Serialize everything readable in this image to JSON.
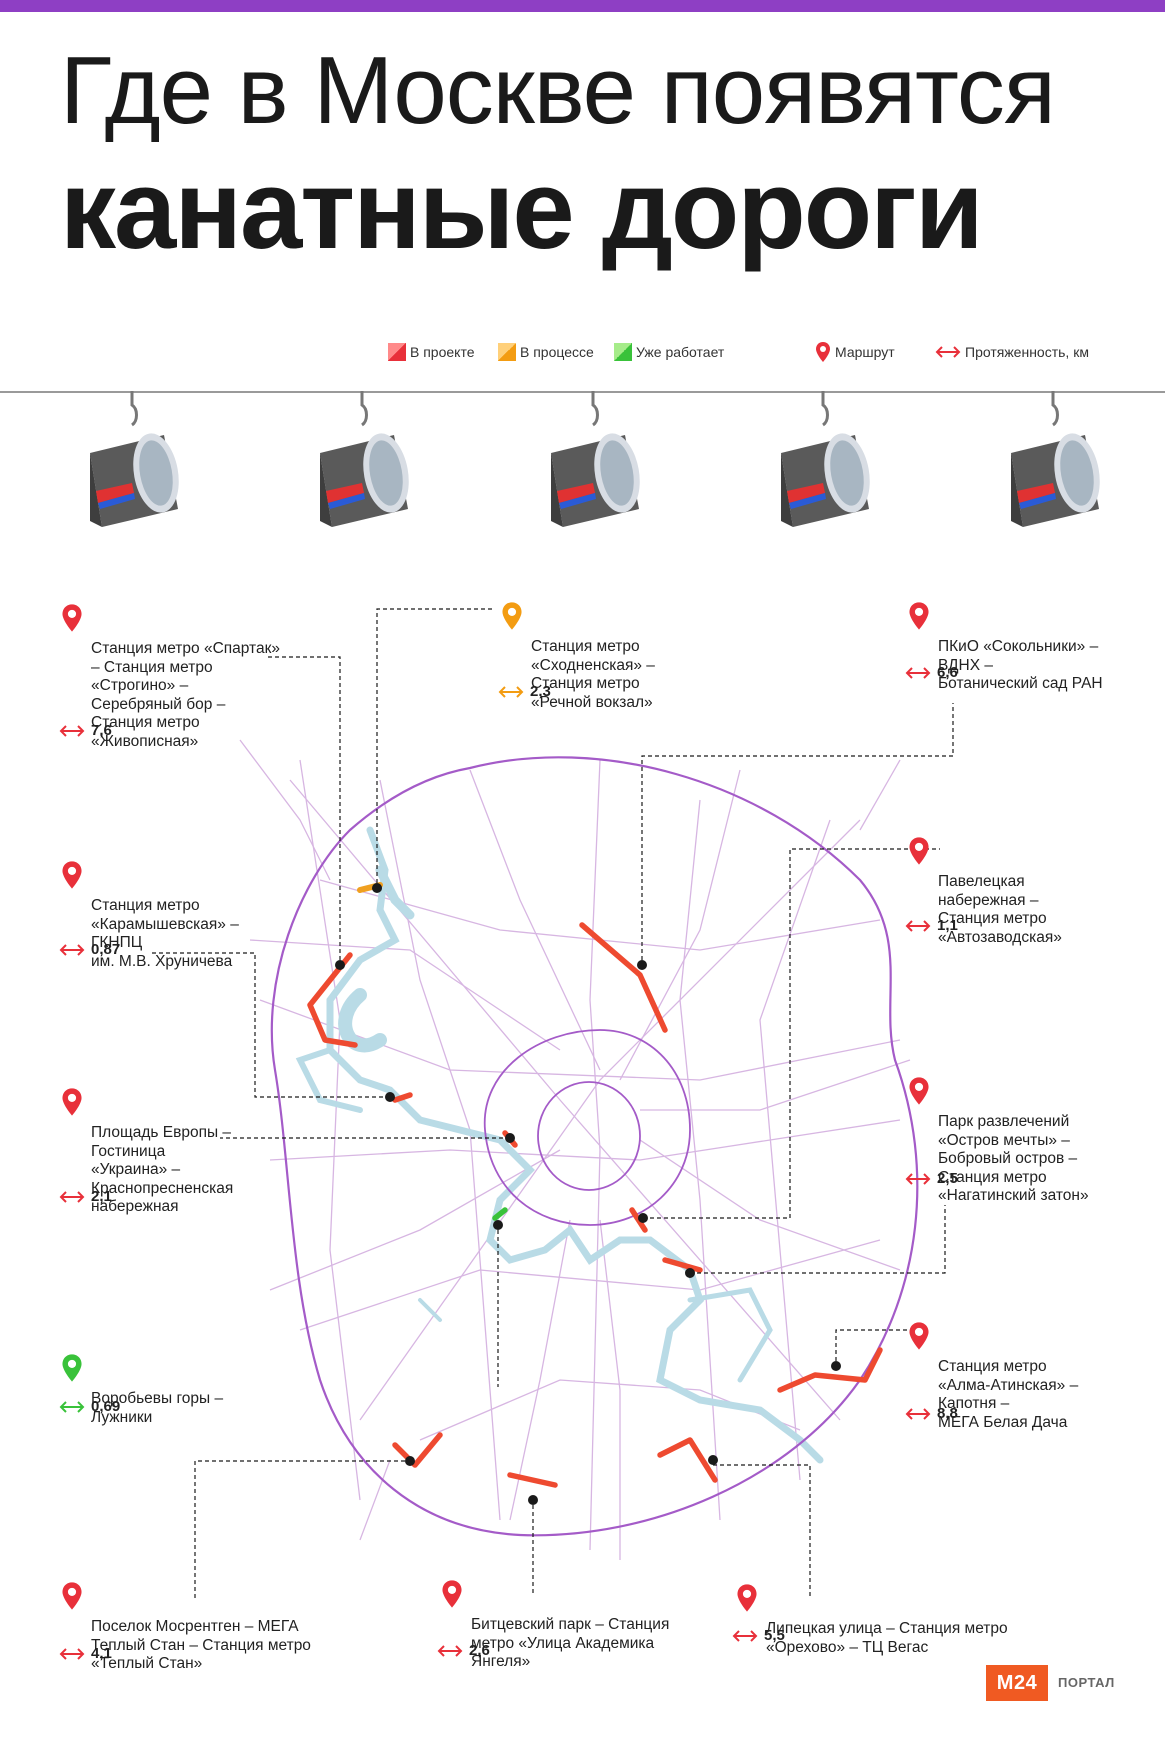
{
  "header": {
    "line1": "Где в Москве появятся",
    "line2": "канатные дороги"
  },
  "legend": {
    "status": [
      {
        "label": "В проекте",
        "color": "#e8303a"
      },
      {
        "label": "В процессе",
        "color": "#f39c12"
      },
      {
        "label": "Уже работает",
        "color": "#39c23a"
      }
    ],
    "route_label": "Маршрут",
    "length_label": "Протяженность, км"
  },
  "colors": {
    "ring": "#8e3fc4",
    "road": "#c89ad8",
    "river": "#b9dbe6",
    "route_project": "#ee4a30",
    "route_in_progress": "#f0a020",
    "route_operating": "#39c23a"
  },
  "routes": [
    {
      "name": "Станция метро «Спартак» – Станция метро «Строгино» – Серебряный бор – Станция метро «Живописная»",
      "length_km": "7,6",
      "status": "project"
    },
    {
      "name": "Станция метро «Сходненская» – Станция метро «Речной вокзал»",
      "length_km": "2,3",
      "status": "in_progress"
    },
    {
      "name": "ПКиО «Сокольники» – ВДНХ – Ботанический сад РАН",
      "length_km": "6,6",
      "status": "project"
    },
    {
      "name": "Станция метро «Карамышевская» – ГКНПЦ им. М.В. Хруничева",
      "length_km": "0,87",
      "status": "project"
    },
    {
      "name": "Павелецкая набережная – Станция метро «Автозаводская»",
      "length_km": "1,1",
      "status": "project"
    },
    {
      "name": "Площадь Европы – Гостиница «Украина» – Краснопресненская набережная",
      "length_km": "2,1",
      "status": "project"
    },
    {
      "name": "Парк развлечений «Остров мечты» – Бобровый остров – Станция метро «Нагатинский затон»",
      "length_km": "2,5",
      "status": "project"
    },
    {
      "name": "Воробьевы горы – Лужники",
      "length_km": "0,69",
      "status": "operating"
    },
    {
      "name": "Станция метро «Алма-Атинская» – Капотня – МЕГА Белая Дача",
      "length_km": "8,8",
      "status": "project"
    },
    {
      "name": "Поселок Мосрентген – МЕГА Теплый Стан – Станция метро «Теплый Стан»",
      "length_km": "4,1",
      "status": "project"
    },
    {
      "name": "Битцевский парк – Станция метро «Улица Академика Янгеля»",
      "length_km": "2,6",
      "status": "project"
    },
    {
      "name": "Липецкая улица – Станция метро «Орехово» – ТЦ Вегас",
      "length_km": "5,5",
      "status": "project"
    }
  ],
  "labels": {
    "spartak": "Станция метро «Спартак»\n– Станция метро\n«Строгино» –\nСеребряный бор –\nСтанция метро\n«Живописная»",
    "skhodnenskaya": "Станция метро\n«Сходненская» –\nСтанция метро\n«Речной вокзал»",
    "sokolniki": "ПКиО «Сокольники» –\nВДНХ –\nБотанический сад РАН",
    "karamyshevskaya": "Станция метро\n«Карамышевская» –\nГКНПЦ\nим. М.В. Хруничева",
    "paveletskaya": "Павелецкая\nнабережная –\nСтанция метро\n«Автозаводская»",
    "evropy": "Площадь Европы –\nГостиница\n«Украина» –\nКраснопресненская\nнабережная",
    "ostrov": "Парк развлечений\n«Остров мечты» –\nБобровый остров –\nСтанция метро\n«Нагатинский затон»",
    "vorobyovy": "Воробьевы горы –\nЛужники",
    "alma": "Станция метро\n«Алма-Атинская» –\nКапотня –\nМЕГА Белая Дача",
    "mosrentgen": "Поселок Мосрентген – МЕГА\nТеплый Стан – Станция метро\n«Теплый Стан»",
    "bitsa": "Битцевский парк – Станция\nметро «Улица Академика\nЯнгеля»",
    "lipetskaya": "Липецкая улица – Станция метро\n«Орехово» – ТЦ Вегас"
  },
  "lengths": {
    "spartak": "7,6",
    "skhodnenskaya": "2,3",
    "sokolniki": "6,6",
    "karamyshevskaya": "0,87",
    "paveletskaya": "1,1",
    "evropy": "2,1",
    "ostrov": "2,5",
    "vorobyovy": "0,69",
    "alma": "8,8",
    "mosrentgen": "4,1",
    "bitsa": "2,6",
    "lipetskaya": "5,5"
  },
  "brand": {
    "logo": "M24",
    "sub": "ПОРТАЛ"
  }
}
